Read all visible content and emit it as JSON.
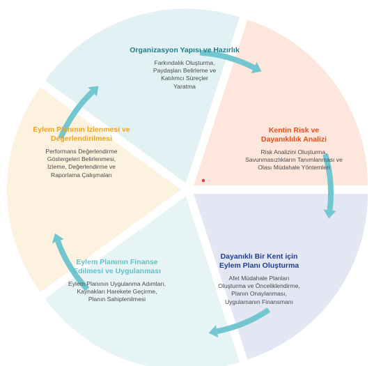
{
  "segments": [
    {
      "title_lines": [
        "Organizasyon Yapısı ve Hazırlık"
      ],
      "desc_lines": [
        "Farkındalık Oluşturma,",
        "Paydaşları Belirleme ve",
        "Katılımcı Süreçler",
        "Yaratma"
      ],
      "fill": "#e2f1f3",
      "title_color": "#1f7e8c"
    },
    {
      "title_lines": [
        "Kentin Risk ve",
        "Dayanıklılık Analizi"
      ],
      "desc_lines": [
        "Risk Analizini Oluşturma,",
        "Savunmasızlıkların Tanımlanması ve",
        "Olası Müdahale Yöntemleri"
      ],
      "fill": "#fde6dc",
      "title_color": "#e24e1b"
    },
    {
      "title_lines": [
        "Dayanıklı Bir Kent için",
        "Eylem Planı Oluşturma"
      ],
      "desc_lines": [
        "Afet Müdahale Planları",
        "Oluşturma ve Önceliklendirme,",
        "Planın Onaylanması,",
        "Uygulamanın Finansmanı"
      ],
      "fill": "#e3e6f3",
      "title_color": "#1e3f8f"
    },
    {
      "title_lines": [
        "Eylem Planının Finanse",
        "Edilmesi ve Uygulanması"
      ],
      "desc_lines": [
        "Eylem Planının Uygulanma Adımları,",
        "Kaynakları Harekete Geçirme,",
        "Planın Sahiplenilmesi"
      ],
      "fill": "#e7f4f5",
      "title_color": "#5fc0ce"
    },
    {
      "title_lines": [
        "Eylem Planının İzlenmesi ve",
        "Değerlendirilmesi"
      ],
      "desc_lines": [
        "Performans Değerlendirme",
        "Göstergeleri Belirlenmesi,",
        "İzleme, Değerlendirme  ve",
        "Raporlama Çalışmaları"
      ],
      "fill": "#fdf2df",
      "title_color": "#f0a31f"
    }
  ],
  "colors": {
    "arrow": "#72c6d0",
    "center_dot": "#e53935",
    "desc_text": "#4a4a4a"
  }
}
